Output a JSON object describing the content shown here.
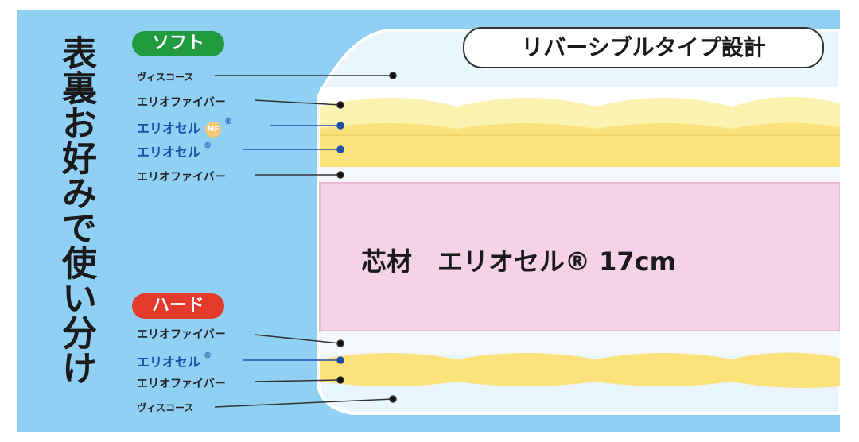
{
  "title_vertical": "表裏お好みで使い分け",
  "soft_badge": "ソフト",
  "hard_badge": "ハード",
  "banner": "リバーシブルタイプ設計",
  "core_label": "芯材　エリオセル® 17cm",
  "mf_mark": "MF",
  "reg_mark": "®",
  "soft_layers": [
    {
      "label": "ヴィスコース"
    },
    {
      "label": "エリオファイバー"
    },
    {
      "label": "エリオセル"
    },
    {
      "label": "エリオセル"
    },
    {
      "label": "エリオファイバー"
    }
  ],
  "hard_layers": [
    {
      "label": "エリオファイバー"
    },
    {
      "label": "エリオセル"
    },
    {
      "label": "エリオファイバー"
    },
    {
      "label": "ヴィスコース"
    }
  ],
  "colors": {
    "background": "#8fd0f4",
    "core": "#f6d2e6",
    "foam": "#fbe98a",
    "soft_badge": "#1f9a3d",
    "hard_badge": "#e43a2c",
    "blue_label": "#1f4fa6"
  }
}
